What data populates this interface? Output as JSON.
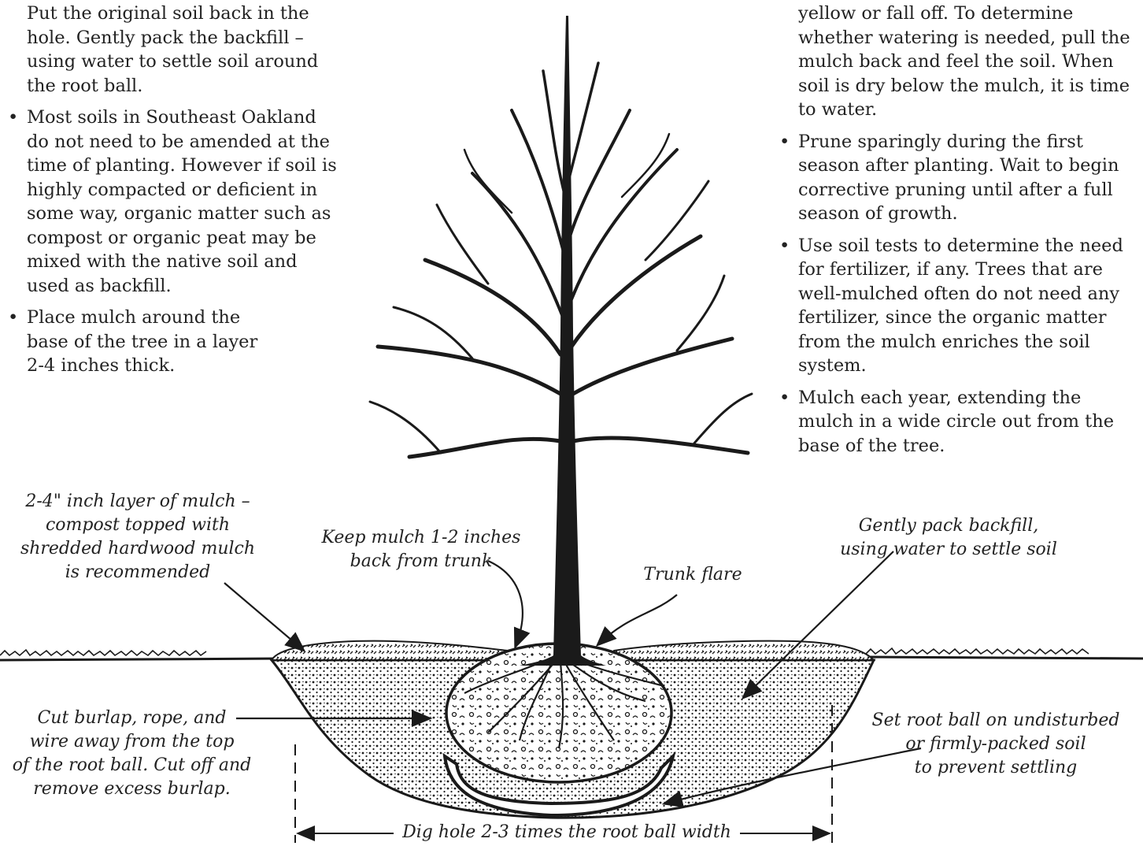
{
  "left_column": {
    "continuation": "Put the original soil back in the hole. Gently pack the backfill – using water to settle soil around the root ball.",
    "bullets": [
      "Most soils in Southeast Oakland do not need to be amended at the time of planting. However if soil is highly compacted or deficient in some way, organic matter such as compost or organic peat may be mixed with the native soil and used as backfill.",
      "Place mulch around the base of the tree in a layer 2-4 inches thick."
    ]
  },
  "right_column": {
    "continuation": "yellow or fall off. To determine whether watering is needed, pull the mulch back and feel the soil. When soil is dry below the mulch, it is time to water.",
    "bullets": [
      "Prune sparingly during the first season after planting. Wait to begin corrective pruning until after a full season of growth.",
      "Use soil tests to determine the need for fertilizer, if any. Trees that are well-mulched often do not need any fertilizer, since the organic matter from the mulch enriches the soil system.",
      "Mulch each year, extending the mulch in a wide circle out from the base of the tree."
    ]
  },
  "labels": {
    "mulch_layer": [
      "2-4\" inch layer of mulch –",
      "compost topped with",
      "shredded hardwood mulch",
      "is recommended"
    ],
    "keep_mulch": [
      "Keep mulch 1-2 inches",
      "back from trunk"
    ],
    "trunk_flare": [
      "Trunk flare"
    ],
    "backfill": [
      "Gently pack backfill,",
      "using water to settle soil"
    ],
    "cut_burlap": [
      "Cut burlap, rope, and",
      "wire away from the top",
      "of the root ball. Cut off and",
      "remove excess burlap."
    ],
    "root_ball_base": [
      "Set root ball on undisturbed",
      "or firmly-packed soil",
      "to prevent settling"
    ],
    "dig_hole": [
      "Dig hole 2-3 times the root ball width"
    ]
  },
  "colors": {
    "ink": "#1a1a1a",
    "paper": "#ffffff"
  },
  "illustration": "tree-planting-cross-section"
}
